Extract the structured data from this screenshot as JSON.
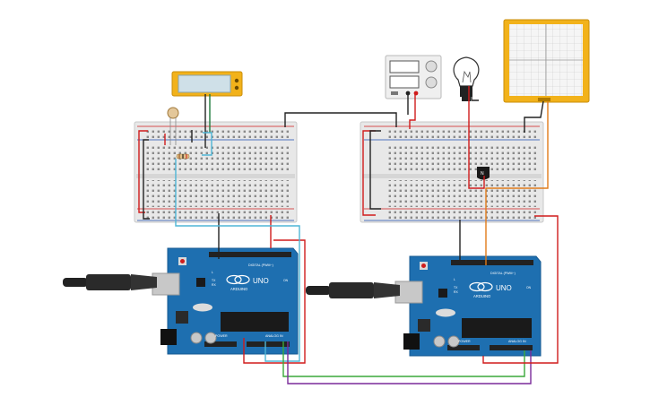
{
  "canvas": {
    "background": "#ffffff"
  },
  "components": {
    "arduino_left": {
      "brand": "ARDUINO",
      "model": "UNO",
      "digital_label": "DIGITAL (PWM~)",
      "power_label": "POWER",
      "analog_label": "ANALOG IN",
      "tx": "TX",
      "rx": "RX",
      "led_l": "L",
      "on": "ON"
    },
    "arduino_right": {
      "brand": "ARDUINO",
      "model": "UNO",
      "digital_label": "DIGITAL (PWM~)",
      "power_label": "POWER",
      "analog_label": "ANALOG IN",
      "tx": "TX",
      "rx": "RX",
      "led_l": "L",
      "on": "ON"
    },
    "transistor_label": "N",
    "icons": [
      "usb-cable-icon",
      "light-bulb-icon",
      "photoresistor-icon",
      "resistor-icon",
      "power-supply-icon",
      "oscilloscope-icon"
    ]
  },
  "colors": {
    "board_blue": "#1e6fb0",
    "breadboard": "#e6e6e6",
    "lcd_frame": "#f2b21a",
    "lcd_screen": "#cfe0e8",
    "scope_frame": "#f2b21a",
    "scope_screen": "#f5f5f5",
    "wire_red": "#d01c1c",
    "wire_black": "#222222",
    "wire_cyan": "#4fb6d6",
    "wire_green": "#3aa83a",
    "wire_purple": "#7a2a9a",
    "wire_orange": "#e07b1a",
    "wire_darkgreen": "#1f7a3c"
  }
}
